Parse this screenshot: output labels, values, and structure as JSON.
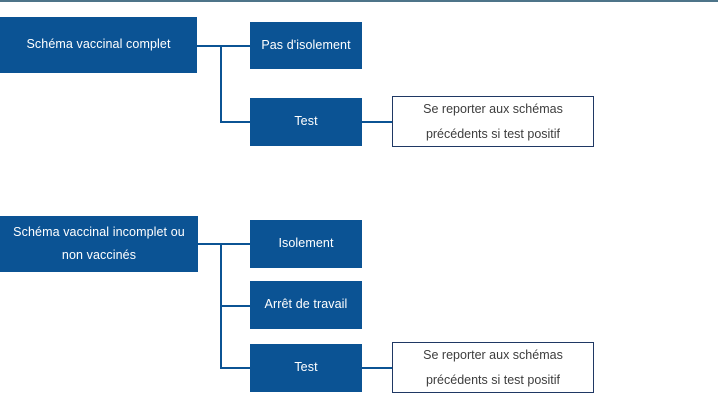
{
  "diagram": {
    "type": "flowchart",
    "title_line_color": "#4d7489",
    "node_fill": "#0b5394",
    "node_text_color": "#ffffff",
    "callout_border_color": "#1f3864",
    "callout_text_color": "#3d3d3d",
    "connector_color": "#0b5394",
    "groups": [
      {
        "id": "group-complete",
        "root": {
          "id": "node-schema-complet",
          "label": "Schéma vaccinal complet"
        },
        "branches": [
          {
            "id": "node-pas-isolement",
            "label": "Pas d'isolement"
          },
          {
            "id": "node-test-top",
            "label": "Test"
          }
        ],
        "callout": {
          "id": "callout-top",
          "line1": "Se reporter aux schémas",
          "line2": "précédents si test positif"
        }
      },
      {
        "id": "group-incomplete",
        "root": {
          "id": "node-schema-incomplet",
          "line1": "Schéma vaccinal incomplet ou",
          "line2": "non vaccinés"
        },
        "branches": [
          {
            "id": "node-isolement",
            "label": "Isolement"
          },
          {
            "id": "node-arret-travail",
            "label": "Arrêt de travail"
          },
          {
            "id": "node-test-bottom",
            "label": "Test"
          }
        ],
        "callout": {
          "id": "callout-bottom",
          "line1": "Se reporter aux schémas",
          "line2": "précédents si test positif"
        }
      }
    ]
  }
}
